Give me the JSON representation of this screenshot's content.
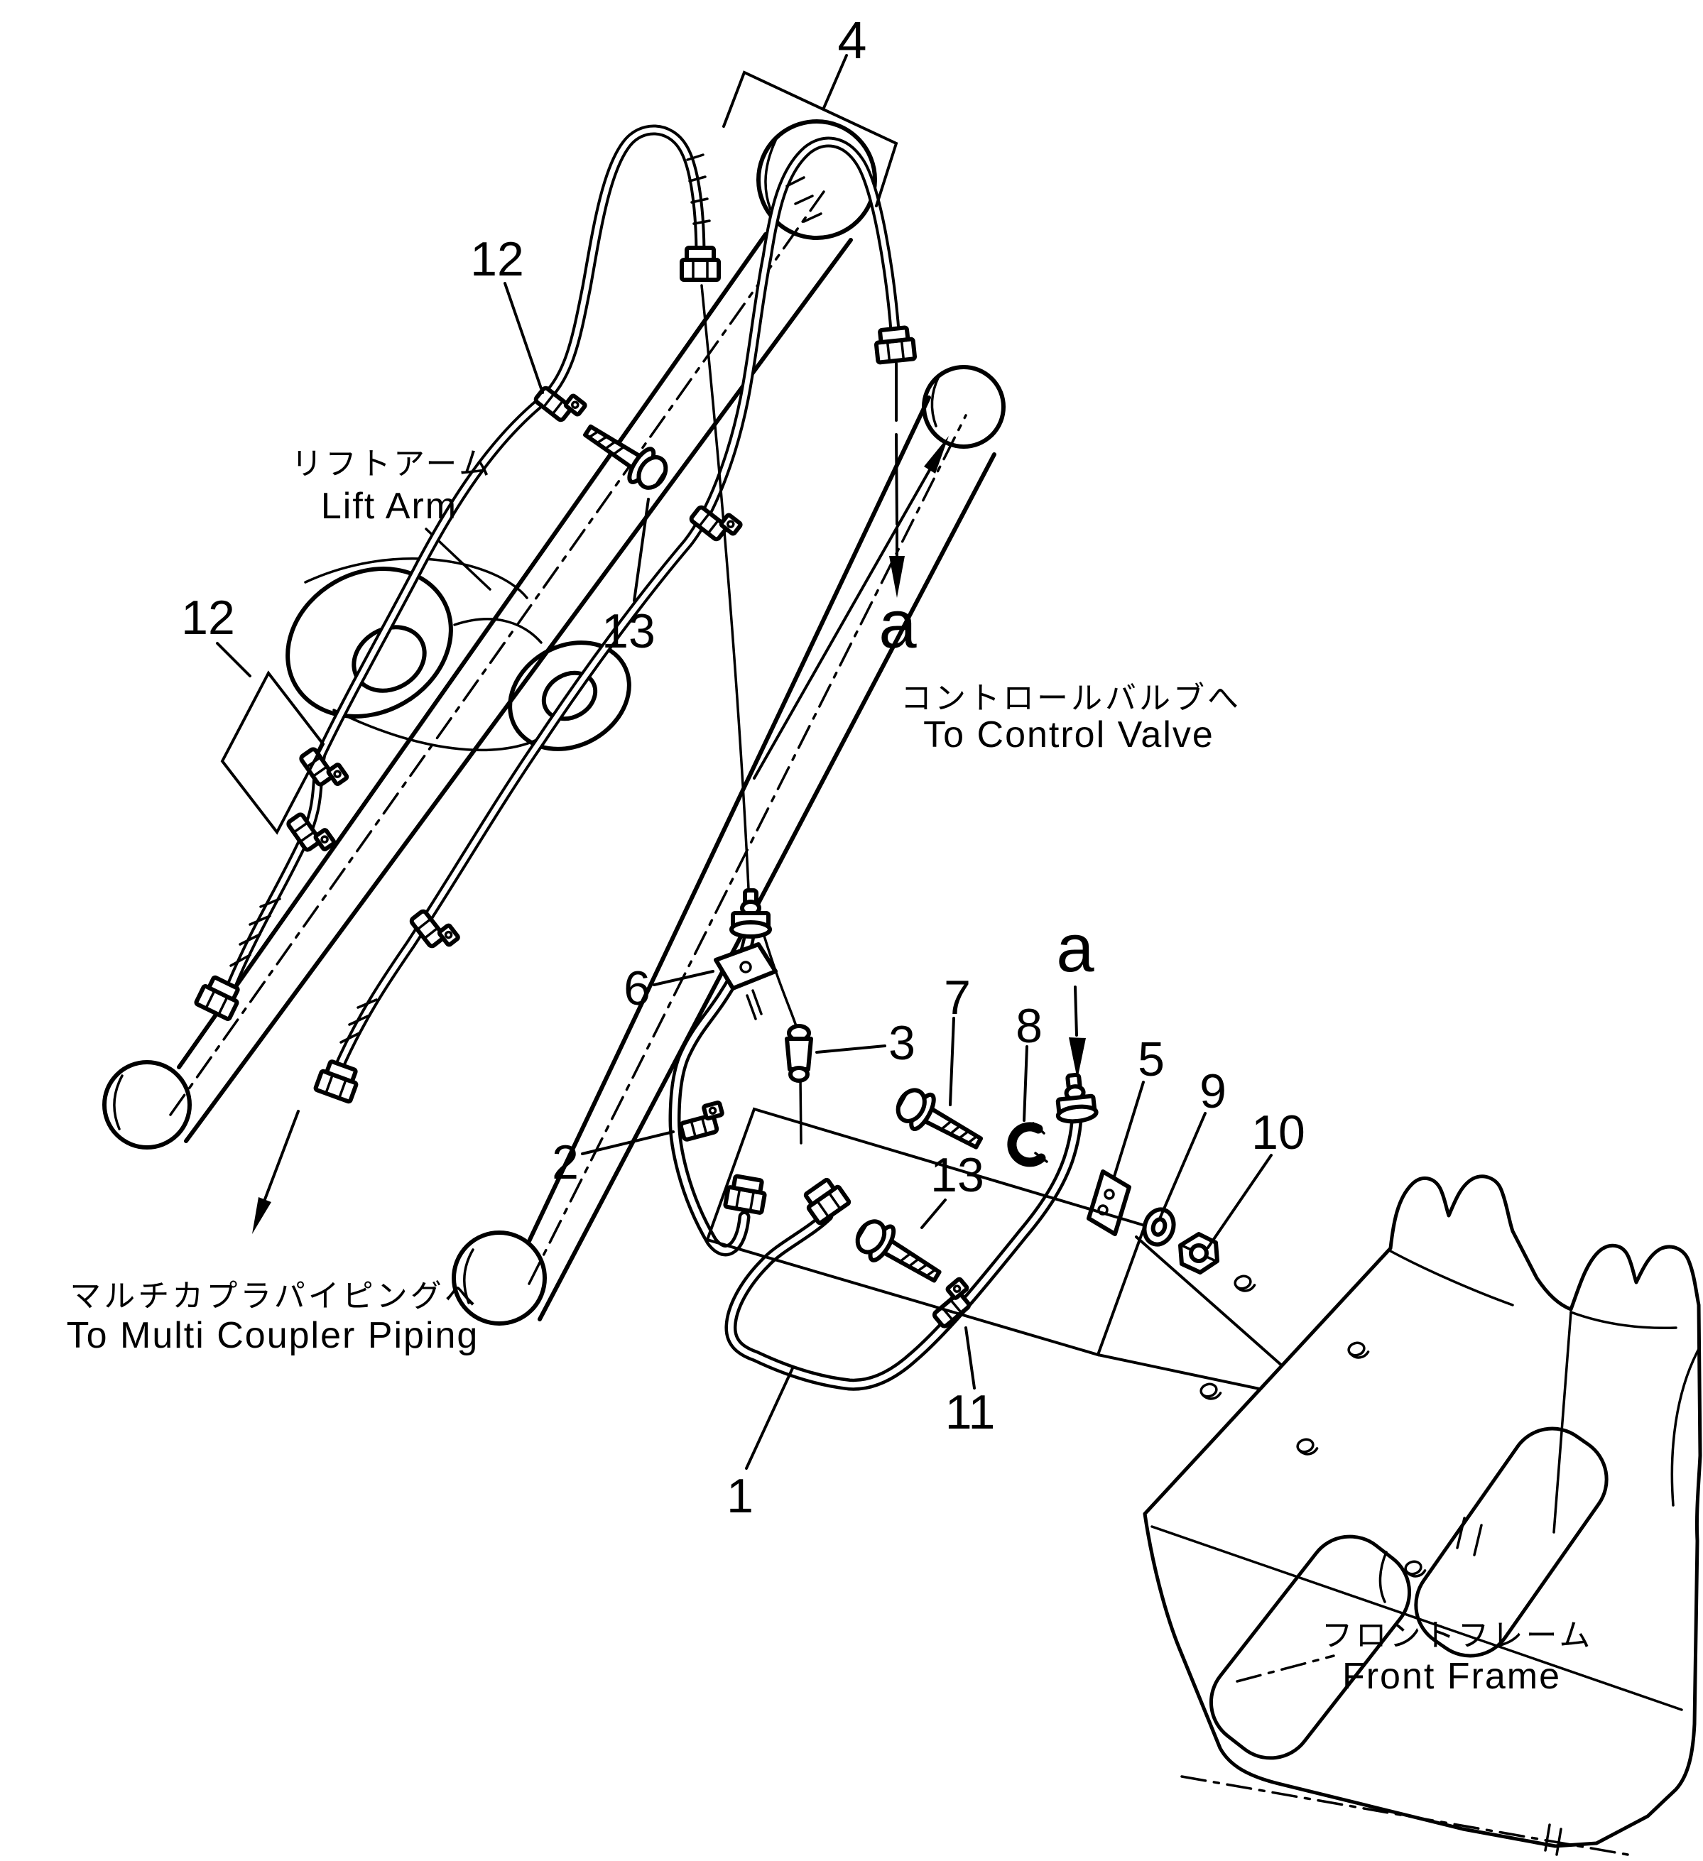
{
  "page": {
    "background": "#ffffff",
    "ink": "#000000",
    "type": "parts-diagram"
  },
  "labels": {
    "n1": "1",
    "n2": "2",
    "n3": "3",
    "n4": "4",
    "n5": "5",
    "n6": "6",
    "n7": "7",
    "n8": "8",
    "n9": "9",
    "n10": "10",
    "n11": "11",
    "n12_top": "12",
    "n12_left": "12",
    "n13_top": "13",
    "n13_bottom": "13",
    "a_top": "a",
    "a_mid": "a"
  },
  "annotations": {
    "lift_arm_jp": "リフトアーム",
    "lift_arm_en": "Lift Arm",
    "control_valve_jp": "コントロールバルブへ",
    "control_valve_en": "To Control Valve",
    "multi_coupler_jp": "マルチカプラパイピングへ",
    "multi_coupler_en": "To Multi Coupler Piping",
    "front_frame_jp": "フロントフレーム",
    "front_frame_en": "Front Frame"
  }
}
